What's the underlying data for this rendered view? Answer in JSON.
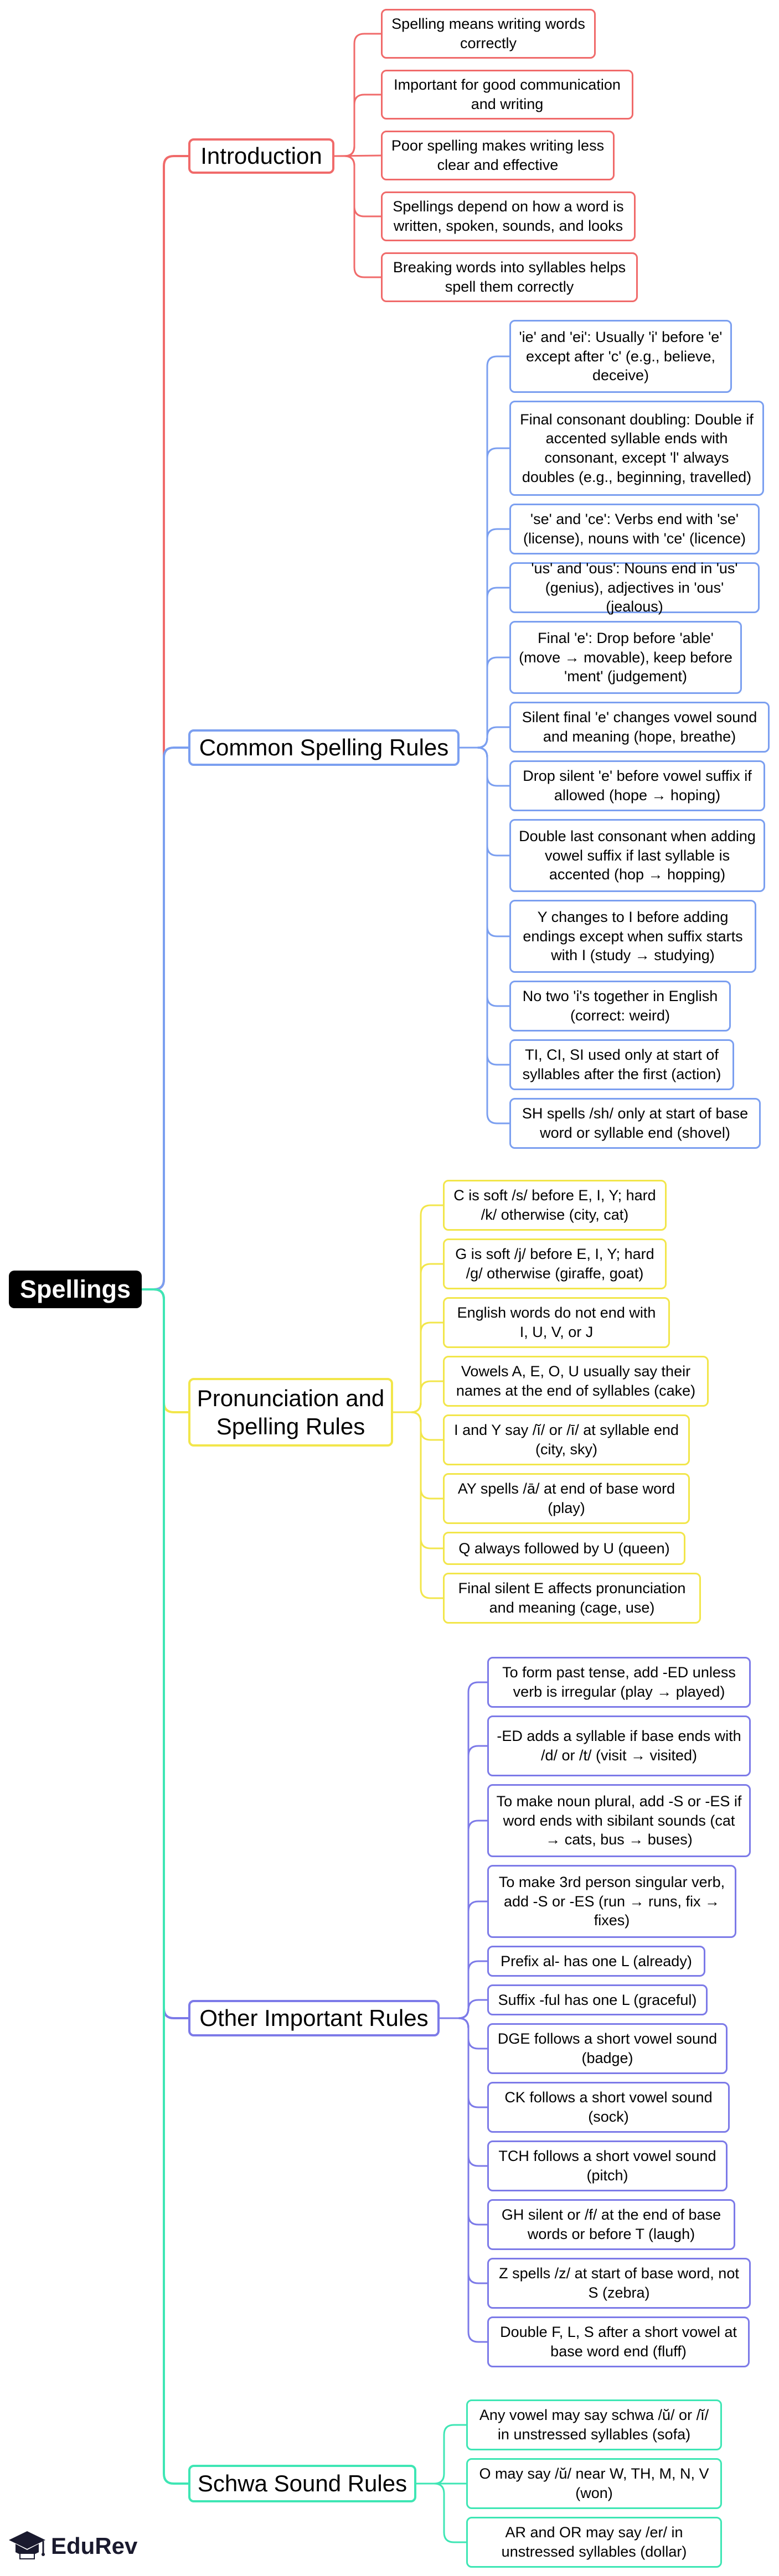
{
  "root": "Spellings",
  "colors": {
    "introduction": "#f06a6a",
    "common": "#7b9ff0",
    "pronunciation": "#f2e64a",
    "other": "#7c7ae8",
    "schwa": "#3ee6b4"
  },
  "categories": [
    {
      "key": "introduction",
      "label": "Introduction",
      "items": [
        "Spelling means writing words correctly",
        "Important for good communication and writing",
        "Poor spelling makes writing less clear and effective",
        "Spellings depend on how a word is written, spoken, sounds, and looks",
        "Breaking words into syllables helps spell them correctly"
      ]
    },
    {
      "key": "common",
      "label": "Common Spelling Rules",
      "items": [
        "'ie' and 'ei': Usually 'i' before 'e' except after 'c' (e.g., believe, deceive)",
        "Final consonant doubling: Double if accented syllable ends with consonant, except 'l' always doubles (e.g., beginning, travelled)",
        "'se' and 'ce': Verbs end with 'se' (license), nouns with 'ce' (licence)",
        "'us' and 'ous': Nouns end in 'us' (genius), adjectives in 'ous' (jealous)",
        "Final 'e': Drop before 'able' (move → movable), keep before 'ment' (judgement)",
        "Silent final 'e' changes vowel sound and meaning (hope, breathe)",
        "Drop silent 'e' before vowel suffix if allowed (hope → hoping)",
        "Double last consonant when adding vowel suffix if last syllable is accented (hop → hopping)",
        "Y changes to I before adding endings except when suffix starts with I (study → studying)",
        "No two 'i's together in English (correct: weird)",
        "TI, CI, SI used only at start of syllables after the first (action)",
        "SH spells /sh/ only at start of base word or syllable end (shovel)"
      ]
    },
    {
      "key": "pronunciation",
      "label": "Pronunciation and Spelling Rules",
      "items": [
        "C is soft /s/ before E, I, Y; hard /k/ otherwise (city, cat)",
        "G is soft /j/ before E, I, Y; hard /g/ otherwise (giraffe, goat)",
        "English words do not end with I, U, V, or J",
        "Vowels A, E, O, U usually say their names at the end of syllables (cake)",
        "I and Y say /ĭ/ or /ī/ at syllable end (city, sky)",
        "AY spells /ā/ at end of base word (play)",
        "Q always followed by U (queen)",
        "Final silent E affects pronunciation and meaning (cage, use)"
      ]
    },
    {
      "key": "other",
      "label": "Other Important Rules",
      "items": [
        "To form past tense, add -ED unless verb is irregular (play → played)",
        "-ED adds a syllable if base ends with /d/ or /t/ (visit → visited)",
        "To make noun plural, add -S or -ES if word ends with sibilant sounds (cat → cats, bus → buses)",
        "To make 3rd person singular verb, add -S or -ES (run → runs, fix → fixes)",
        "Prefix al- has one L (already)",
        "Suffix -ful has one L (graceful)",
        "DGE follows a short vowel sound (badge)",
        "CK follows a short vowel sound (sock)",
        "TCH follows a short vowel sound (pitch)",
        "GH silent or /f/ at the end of base words or before T (laugh)",
        "Z spells /z/ at start of base word, not S (zebra)",
        "Double F, L, S after a short vowel at base word end (fluff)"
      ]
    },
    {
      "key": "schwa",
      "label": "Schwa Sound Rules",
      "items": [
        "Any vowel may say schwa /ŭ/ or /ĭ/ in unstressed syllables (sofa)",
        "O may say /ŭ/ near W, TH, M, N, V (won)",
        "AR and OR may say /er/ in unstressed syllables (dollar)"
      ]
    }
  ],
  "brand": "EduRev"
}
